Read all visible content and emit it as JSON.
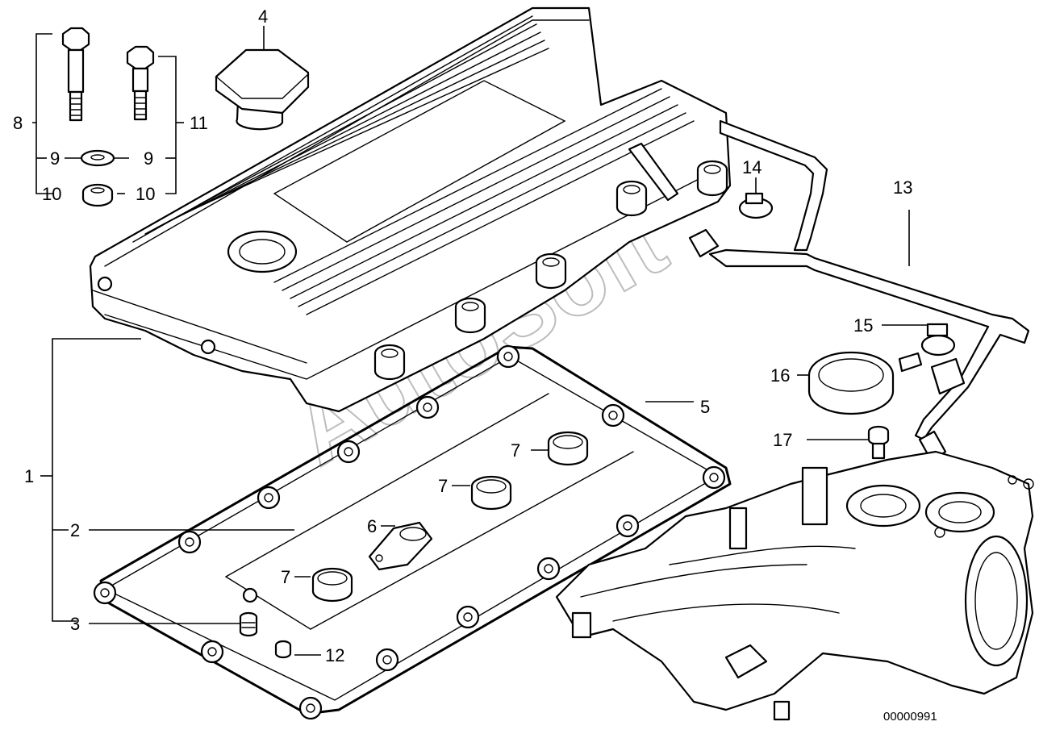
{
  "watermark": "AutoSoft",
  "reference_number": "00000991",
  "callouts": [
    "1",
    "2",
    "3",
    "4",
    "5",
    "6",
    "7",
    "7",
    "7",
    "8",
    "9",
    "9",
    "10",
    "10",
    "11",
    "12",
    "13",
    "14",
    "15",
    "16",
    "17"
  ],
  "colors": {
    "line": "#000000",
    "background": "#ffffff",
    "watermark": "#bdbdbd"
  }
}
